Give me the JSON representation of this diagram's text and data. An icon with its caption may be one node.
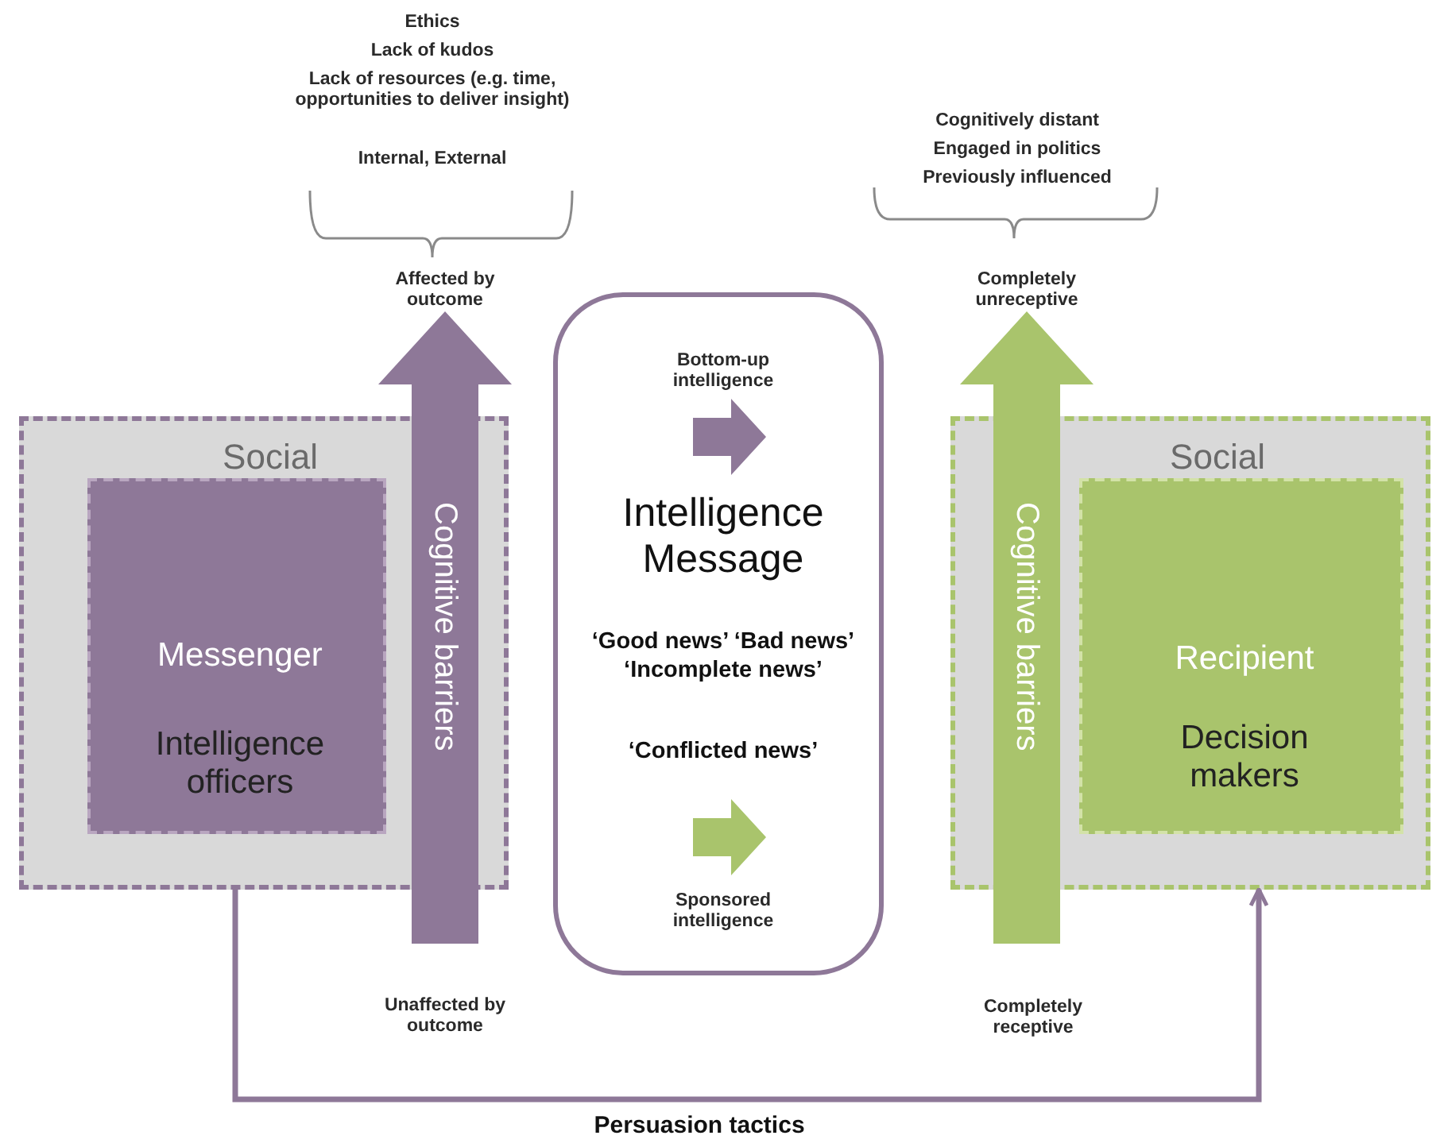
{
  "diagram": {
    "nodes": [
      {
        "text": [
          "Social"
        ]
      },
      {
        "text": [
          "Messenger",
          "Intelligence officers"
        ],
        "in": 0
      },
      {
        "text": [
          "Cognitive barriers"
        ],
        "beside": [
          "Affected by outcome",
          "Unaffected by outcome"
        ]
      },
      {
        "text": [
          "Bottom-up intelligence",
          "Intelligence Message",
          "‘Good news’ ‘Bad news’ ‘Incomplete news’",
          "‘Conflicted news’",
          "Sponsored intelligence"
        ]
      },
      {
        "text": [
          "Cognitive barriers"
        ],
        "beside": [
          "Completely unreceptive",
          "Completely receptive"
        ]
      },
      {
        "text": [
          "Social"
        ]
      },
      {
        "text": [
          "Recipient",
          "Decision makers"
        ],
        "in": 5
      }
    ],
    "edges": [
      {
        "from": 0,
        "to": 5,
        "arrow": "to",
        "label": "Persuasion tactics"
      }
    ],
    "labels": [
      "Ethics",
      "Lack of kudos",
      "Lack of resources (e.g. time, opportunities to deliver insight)",
      "Internal, External",
      "Cognitively distant",
      "Engaged in politics",
      "Previously influenced"
    ]
  }
}
